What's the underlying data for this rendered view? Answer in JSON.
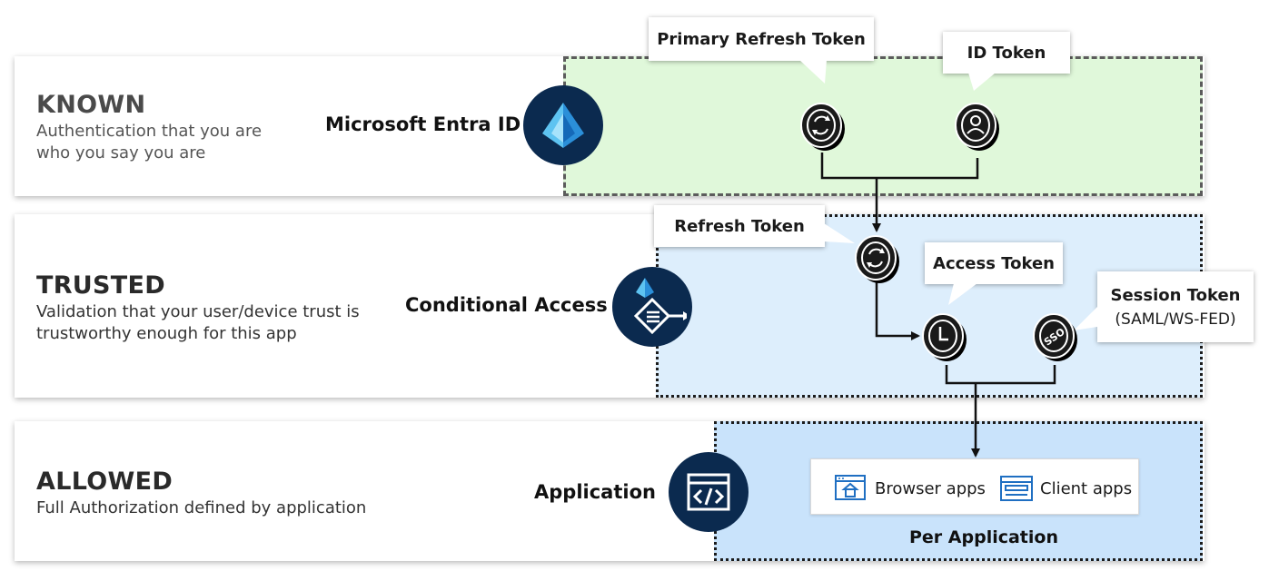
{
  "levels": {
    "known": {
      "title": "KNOWN",
      "desc_line1": "Authentication that you are",
      "desc_line2": "who you say you are"
    },
    "trusted": {
      "title": "TRUSTED",
      "desc_line1": "Validation that your user/device trust is",
      "desc_line2": "trustworthy enough for this app"
    },
    "allowed": {
      "title": "ALLOWED",
      "desc_line1": "Full Authorization defined by application"
    }
  },
  "services": {
    "entra": "Microsoft Entra ID",
    "conditional_access": "Conditional Access",
    "application": "Application"
  },
  "tokens": {
    "primary_refresh": "Primary Refresh Token",
    "id": "ID Token",
    "refresh": "Refresh Token",
    "access": "Access Token",
    "session": "Session Token",
    "session_sub": "(SAML/WS-FED)"
  },
  "apps": {
    "browser": "Browser apps",
    "client": "Client apps",
    "per_application": "Per Application"
  },
  "colors": {
    "known_zone": "#e0f8da",
    "trusted_zone": "#ddeefc",
    "allowed_zone": "#c9e3fb",
    "service_circle": "#0b2a4f",
    "app_icon": "#1f6fc2"
  },
  "icons": {
    "entra": "entra-id-pyramid-icon",
    "conditional_access": "conditional-access-icon",
    "application": "code-window-icon",
    "primary_refresh": "refresh-coin-icon",
    "id": "person-coin-icon",
    "refresh": "refresh-coin-icon",
    "access": "clock-coin-icon",
    "session": "sso-coin-icon",
    "browser": "browser-home-icon",
    "client": "client-window-icon"
  }
}
